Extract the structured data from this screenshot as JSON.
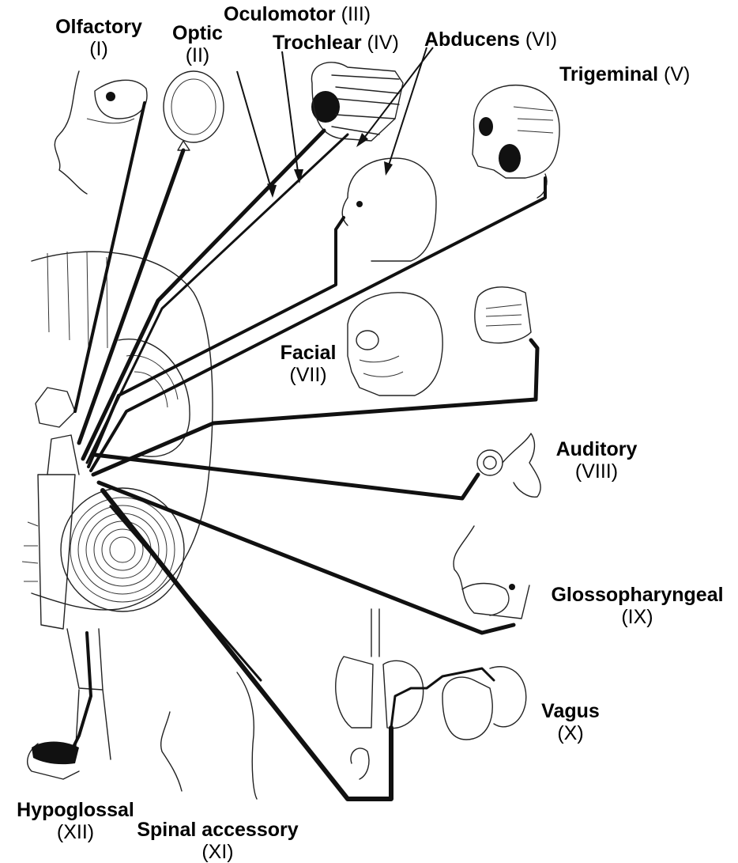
{
  "nerves": [
    {
      "key": "olfactory",
      "name": "Olfactory",
      "numeral": "(I)"
    },
    {
      "key": "optic",
      "name": "Optic",
      "numeral": "(II)"
    },
    {
      "key": "oculomotor",
      "name": "Oculomotor",
      "numeral": "(III)"
    },
    {
      "key": "trochlear",
      "name": "Trochlear",
      "numeral": "(IV)"
    },
    {
      "key": "trigeminal",
      "name": "Trigeminal",
      "numeral": "(V)"
    },
    {
      "key": "abducens",
      "name": "Abducens",
      "numeral": "(VI)"
    },
    {
      "key": "facial",
      "name": "Facial",
      "numeral": "(VII)"
    },
    {
      "key": "auditory",
      "name": "Auditory",
      "numeral": "(VIII)"
    },
    {
      "key": "glossopharyngeal",
      "name": "Glossopharyngeal",
      "numeral": "(IX)"
    },
    {
      "key": "vagus",
      "name": "Vagus",
      "numeral": "(X)"
    },
    {
      "key": "spinal_accessory",
      "name": "Spinal accessory",
      "numeral": "(XI)"
    },
    {
      "key": "hypoglossal",
      "name": "Hypoglossal",
      "numeral": "(XII)"
    }
  ],
  "colors": {
    "ink": "#111111",
    "background": "#ffffff"
  }
}
